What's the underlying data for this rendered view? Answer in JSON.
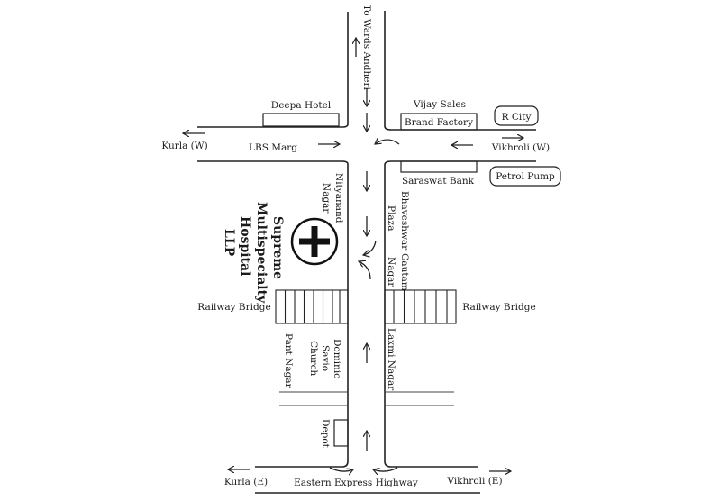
{
  "map": {
    "roads": {
      "north": "To Wards Andheri",
      "lbs": "LBS Marg",
      "highway": "Eastern Express Highway"
    },
    "directions": {
      "kurla_w": "Kurla (W)",
      "vikhroli_w": "Vikhroli (W)",
      "kurla_e": "Kurla (E)",
      "vikhroli_e": "Vikhroli (E)"
    },
    "landmarks": {
      "deepa_hotel": "Deepa Hotel",
      "vijay_sales": "Vijay Sales",
      "brand_factory": "Brand Factory",
      "r_city": "R City",
      "saraswat_bank": "Saraswat Bank",
      "petrol_pump": "Petrol Pump",
      "nityanand": [
        "Nityanand",
        "Nagar"
      ],
      "bhaveshwar": [
        "Bhaveshwar",
        "Plaza"
      ],
      "gautam": [
        "Gautam",
        "Nagar"
      ],
      "hospital": [
        "Supreme",
        "Multispecialty",
        "Hospital",
        "LLP"
      ],
      "railway_left": "Railway Bridge",
      "railway_right": "Railway Bridge",
      "pant_nagar": "Pant Nagar",
      "dominic": [
        "Dominic",
        "Savio",
        "Church"
      ],
      "laxmi_nagar": "Laxmi Nagar",
      "depot": "Depot"
    }
  }
}
